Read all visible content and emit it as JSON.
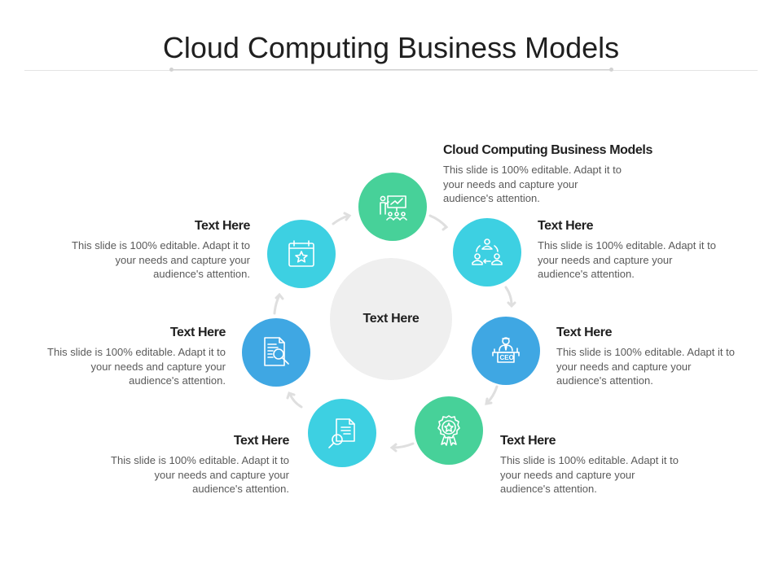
{
  "slide": {
    "title": "Cloud Computing Business Models"
  },
  "center": {
    "label": "Text Here"
  },
  "colors": {
    "green": "#47d199",
    "cyan": "#3dd0e2",
    "blue": "#3fa7e3",
    "center": "#efefef",
    "arrow": "#dfdfdf"
  },
  "items": [
    {
      "heading": "Cloud Computing Business Models",
      "text": "This slide is 100% editable. Adapt it to your needs and capture your audience's attention.",
      "icon": "presentation-icon",
      "color": "green"
    },
    {
      "heading": "Text Here",
      "text": "This slide is 100% editable. Adapt it to your needs and capture your audience's attention.",
      "icon": "team-cycle-icon",
      "color": "cyan"
    },
    {
      "heading": "Text Here",
      "text": "This slide is 100% editable. Adapt it to your needs and capture your audience's attention.",
      "icon": "ceo-desk-icon",
      "color": "blue"
    },
    {
      "heading": "Text Here",
      "text": "This slide is 100% editable. Adapt it to your needs and capture your audience's attention.",
      "icon": "award-badge-icon",
      "color": "green"
    },
    {
      "heading": "Text Here",
      "text": "This slide is 100% editable. Adapt it to your needs and capture your audience's attention.",
      "icon": "document-search-icon",
      "color": "cyan"
    },
    {
      "heading": "Text Here",
      "text": "This slide is 100% editable. Adapt it to your needs and capture your audience's attention.",
      "icon": "report-magnifier-icon",
      "color": "blue"
    },
    {
      "heading": "Text Here",
      "text": "This slide is 100% editable. Adapt it to your needs and capture your audience's attention.",
      "icon": "calendar-star-icon",
      "color": "cyan"
    }
  ],
  "icon_text": {
    "ceo": "CEO"
  }
}
